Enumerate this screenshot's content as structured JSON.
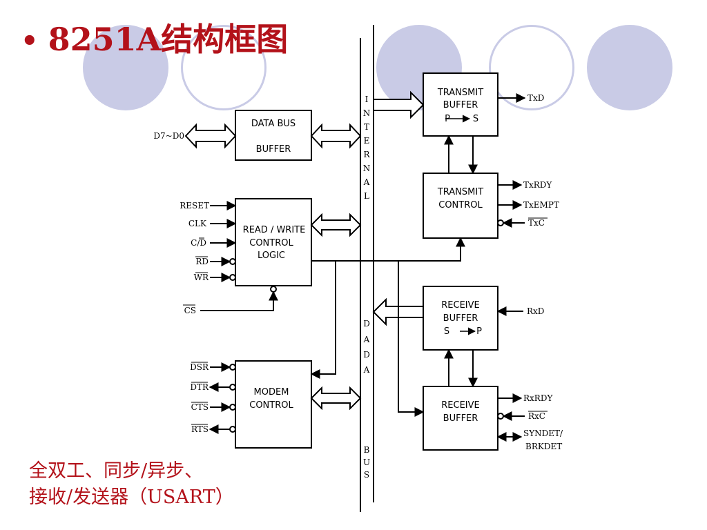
{
  "title": "8251A结构框图",
  "bullet": "•",
  "accent": "#b3121a",
  "decor_color": "#c9cbe6",
  "blocks": {
    "data_bus_buffer": [
      "DATA BUS",
      "BUFFER"
    ],
    "read_write_control": [
      "READ / WRITE",
      "CONTROL",
      "LOGIC"
    ],
    "modem_control": [
      "MODEM",
      "CONTROL"
    ],
    "transmit_buffer": [
      "TRANSMIT",
      "BUFFER",
      "P",
      "S"
    ],
    "transmit_control": [
      "TRANSMIT",
      "CONTROL"
    ],
    "receive_buffer": [
      "RECEIVE",
      "BUFFER",
      "S",
      "P"
    ],
    "receive_control": [
      "RECEIVE",
      "BUFFER"
    ]
  },
  "internal_bus": {
    "top_letters": [
      "I",
      "N",
      "T",
      "E",
      "R",
      "N",
      "A",
      "L"
    ],
    "middle_letters": [
      "D",
      "A",
      "D",
      "A"
    ],
    "bottom_letters": [
      "B",
      "U",
      "S"
    ]
  },
  "pins": {
    "d7_d0": "D7~D0",
    "reset": "RESET",
    "clk": "CLK",
    "c_d": "C/D",
    "rd": "RD",
    "wr": "WR",
    "cs": "CS",
    "dsr": "DSR",
    "dtr": "DTR",
    "cts": "CTS",
    "rts": "RTS",
    "txd": "TxD",
    "txrdy": "TxRDY",
    "txempt": "TxEMPT",
    "txc": "TxC",
    "rxd": "RxD",
    "rxrdy": "RxRDY",
    "rxc": "RxC",
    "syndet": "SYNDET/",
    "brkdet": "BRKDET"
  },
  "caption": {
    "line1": "全双工、同步/异步、",
    "line2": "接收/发送器（USART）"
  }
}
